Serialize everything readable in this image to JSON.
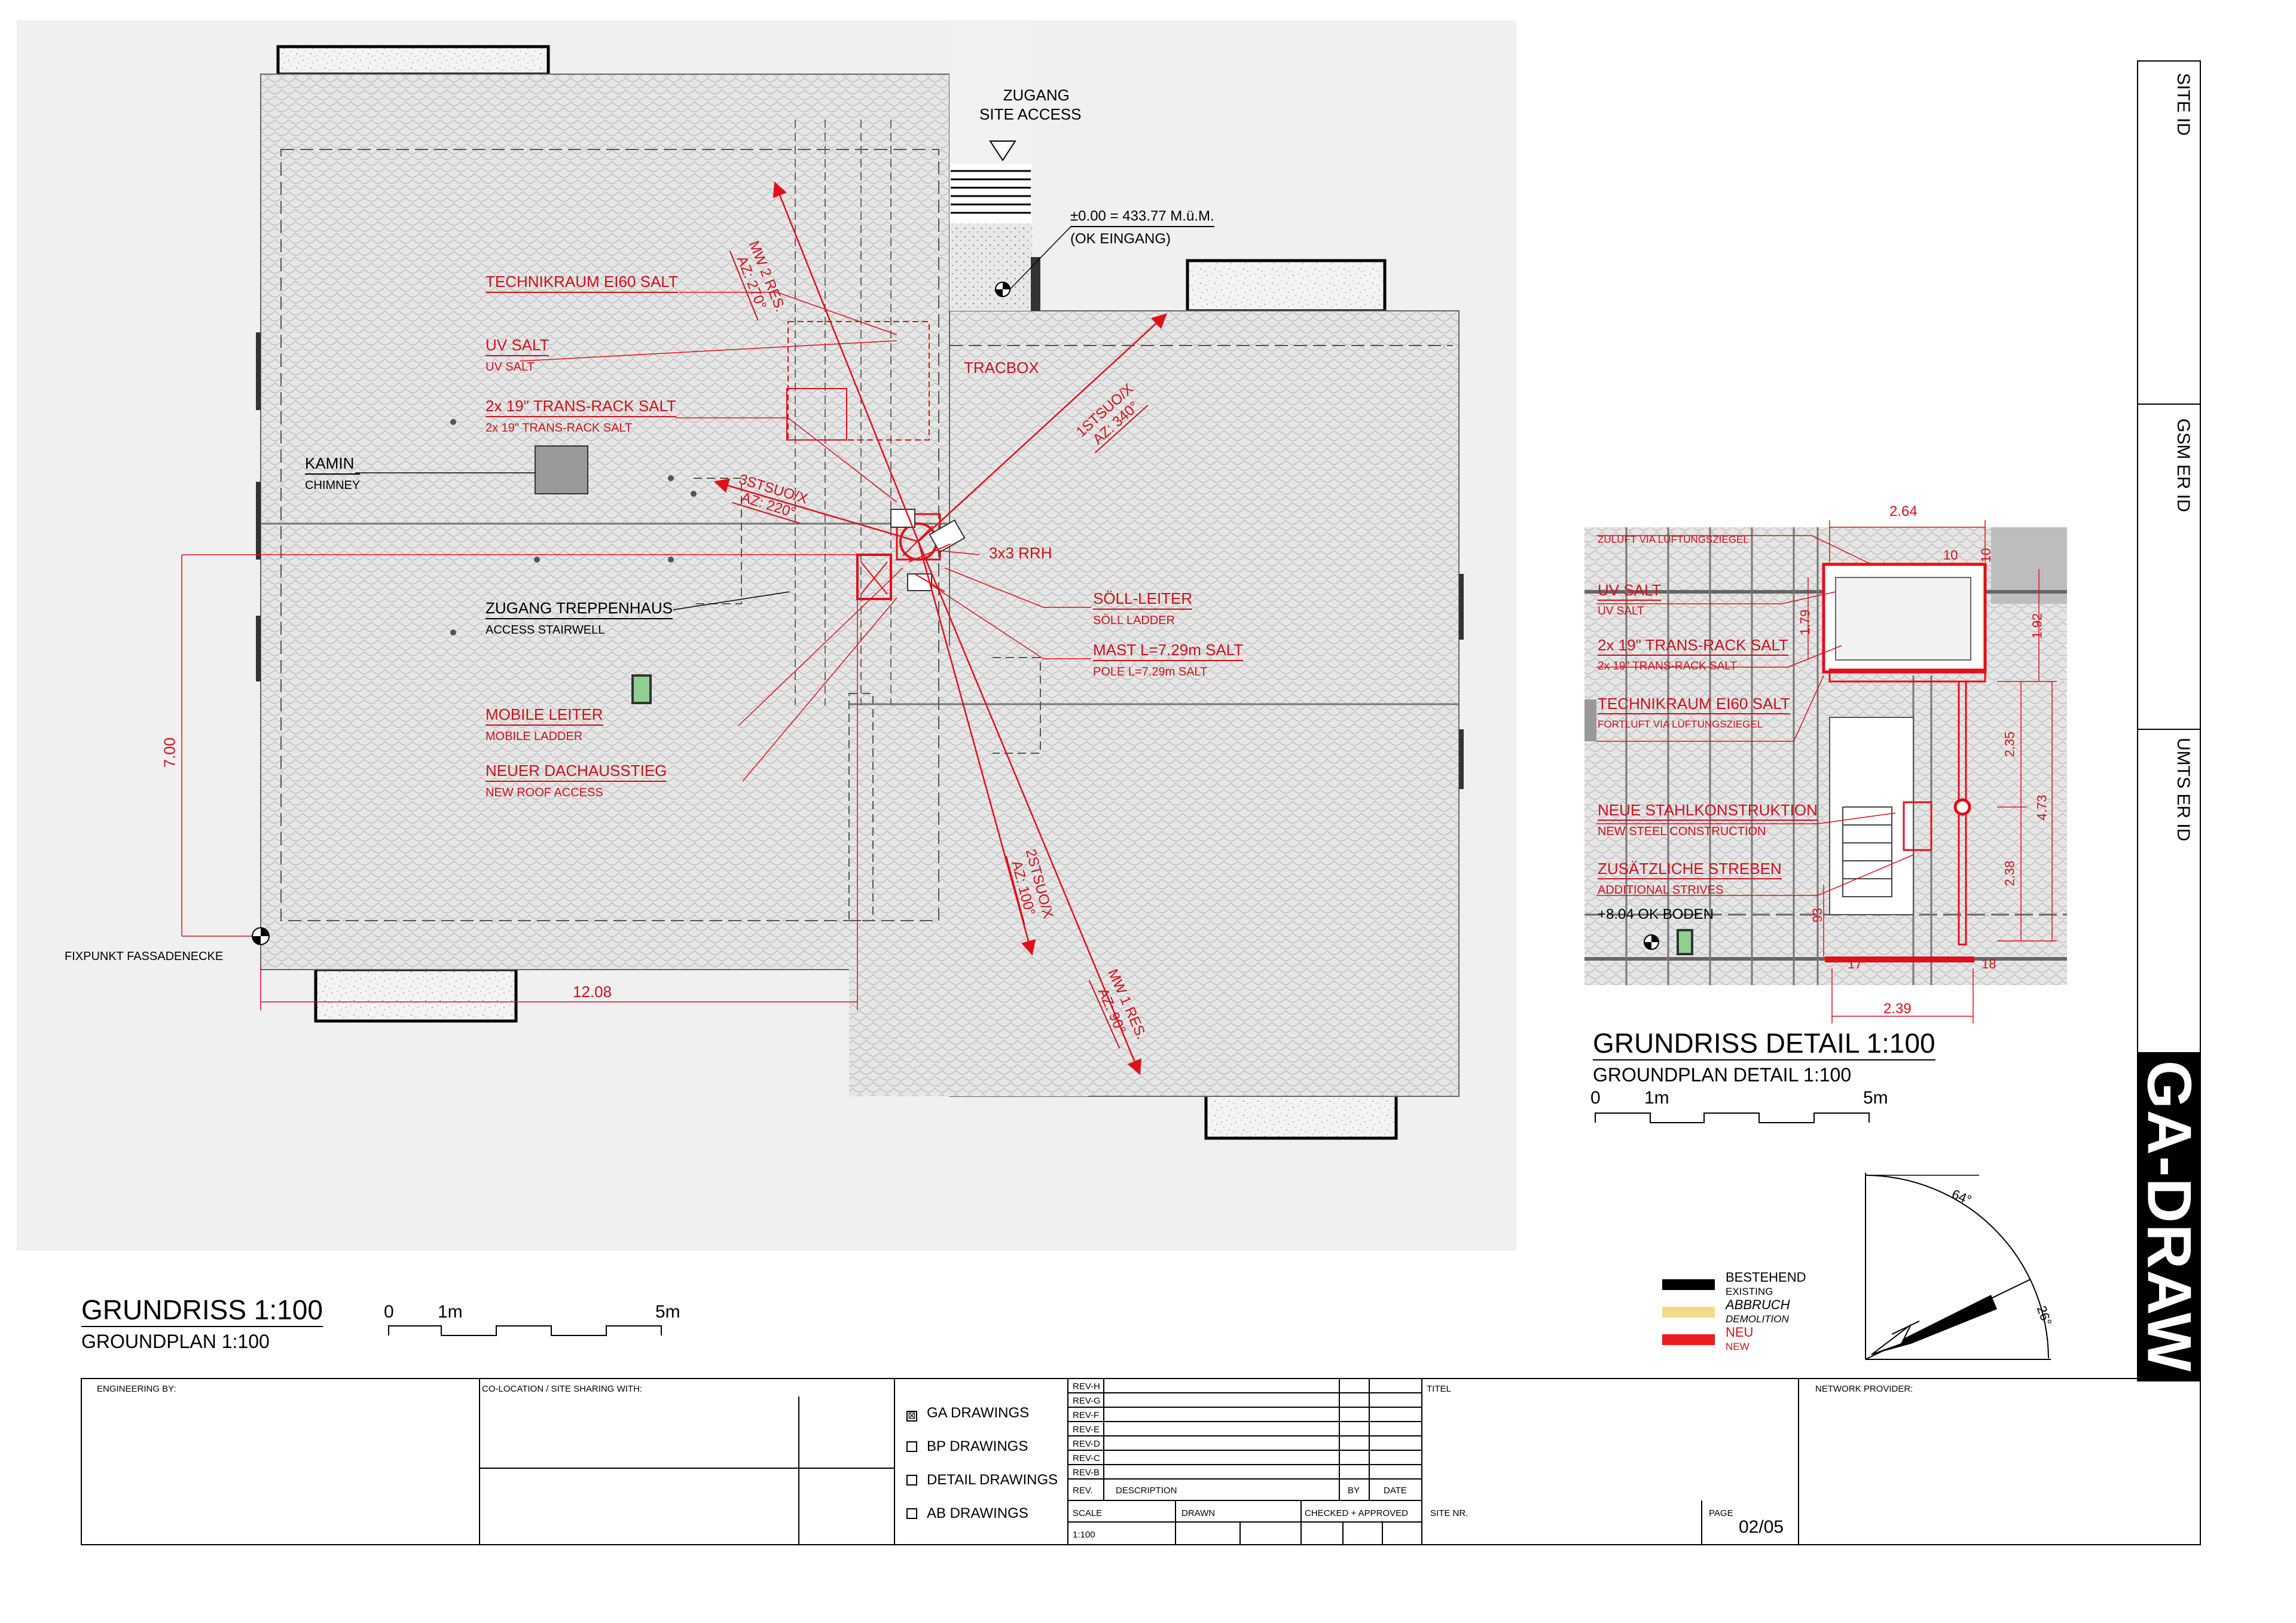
{
  "plan": {
    "site_access": [
      "ZUGANG",
      "SITE ACCESS"
    ],
    "elevation": [
      "±0.00 = 433.77 M.ü.M.",
      "(OK EINGANG)"
    ],
    "tracbox": "TRACBOX",
    "rrh": "3x3 RRH",
    "fixpoint": "FIXPUNKT FASSADENECKE",
    "dim_width": "12.08",
    "dim_height": "7.00",
    "labels": [
      {
        "main": "TECHNIKRAUM EI60 SALT",
        "sub": ""
      },
      {
        "main": "UV SALT",
        "sub": "UV SALT"
      },
      {
        "main": "2x 19\" TRANS-RACK SALT",
        "sub": "2x 19\" TRANS-RACK SALT"
      },
      {
        "main": "SÖLL-LEITER",
        "sub": "SÖLL LADDER"
      },
      {
        "main": "MAST L=7.29m SALT",
        "sub": "POLE L=7.29m SALT"
      },
      {
        "main": "MOBILE LEITER",
        "sub": "MOBILE LADDER"
      },
      {
        "main": "NEUER DACHAUSSTIEG",
        "sub": "NEW ROOF ACCESS"
      }
    ],
    "black_labels": [
      {
        "main": "KAMIN",
        "sub": "CHIMNEY"
      },
      {
        "main": "ZUGANG TREPPENHAUS",
        "sub": "ACCESS STAIRWELL"
      }
    ],
    "antennas": [
      {
        "name": "MW 2 RES.",
        "az": "AZ: 270°"
      },
      {
        "name": "1STSUO/X",
        "az": "AZ: 340°"
      },
      {
        "name": "3STSUO/X",
        "az": "AZ: 220°"
      },
      {
        "name": "2STSUO/X",
        "az": "AZ: 100°"
      },
      {
        "name": "MW 1 RES.",
        "az": "AZ: 90°"
      }
    ]
  },
  "detail": {
    "labels": [
      {
        "main": "ZULUFT VIA LÜFTUNGSZIEGEL",
        "sub": ""
      },
      {
        "main": "UV SALT",
        "sub": "UV SALT"
      },
      {
        "main": "2x 19\" TRANS-RACK SALT",
        "sub": "2x 19\" TRANS-RACK SALT"
      },
      {
        "main": "TECHNIKRAUM EI60 SALT",
        "sub": "FORTLUFT VIA LÜFTUNGSZIEGEL"
      },
      {
        "main": "NEUE STAHLKONSTRUKTION",
        "sub": "NEW STEEL CONSTRUCTION"
      },
      {
        "main": "ZUSÄTZLICHE STREBEN",
        "sub": "ADDITIONAL STRIVES"
      }
    ],
    "floor_level": "+8.04 OK BODEN",
    "dims": {
      "top": "2.64",
      "bottom": "2.39",
      "d10a": "10",
      "d10b": "10",
      "d179": "1.79",
      "d192": "1.92",
      "d235": "2.35",
      "d473": "4.73",
      "d238": "2.38",
      "d93": "93",
      "d17": "17",
      "d18": "18"
    },
    "title": "GRUNDRISS DETAIL  1:100",
    "subtitle": "GROUNDPLAN DETAIL  1:100"
  },
  "scalebar": {
    "zero": "0",
    "one": "1m",
    "five": "5m"
  },
  "main_title": {
    "title": "GRUNDRISS  1:100",
    "subtitle": "GROUNDPLAN  1:100"
  },
  "compass": {
    "angle1": "64°",
    "angle2": "26°"
  },
  "legend": [
    {
      "main": "BESTEHEND",
      "sub": "EXISTING",
      "color": "#000000"
    },
    {
      "main": "ABBRUCH",
      "sub": "DEMOLITION",
      "color": "#f3d98a"
    },
    {
      "main": "NEU",
      "sub": "NEW",
      "color": "#ee1c1c"
    }
  ],
  "side_ids": [
    "SITE ID",
    "GSM ER ID",
    "UMTS ER ID"
  ],
  "brand": "GA-DRAW",
  "titleblock": {
    "engineering_by": "ENGINEERING BY:",
    "colocation": "CO-LOCATION / SITE SHARING WITH:",
    "drawings": [
      {
        "label": "GA DRAWINGS",
        "checked": "⊠"
      },
      {
        "label": "BP DRAWINGS",
        "checked": ""
      },
      {
        "label": "DETAIL DRAWINGS",
        "checked": ""
      },
      {
        "label": "AB DRAWINGS",
        "checked": ""
      }
    ],
    "revs": [
      "REV-H",
      "REV-G",
      "REV-F",
      "REV-E",
      "REV-D",
      "REV-C",
      "REV-B"
    ],
    "rev": "REV.",
    "description": "DESCRIPTION",
    "by": "BY",
    "date": "DATE",
    "scale_label": "SCALE",
    "scale_value": "1:100",
    "drawn": "DRAWN",
    "checked": "CHECKED + APPROVED",
    "titel": "TITEL",
    "site_nr": "SITE NR.",
    "page_label": "PAGE",
    "page_value": "02/05",
    "network_provider": "NETWORK PROVIDER:"
  }
}
